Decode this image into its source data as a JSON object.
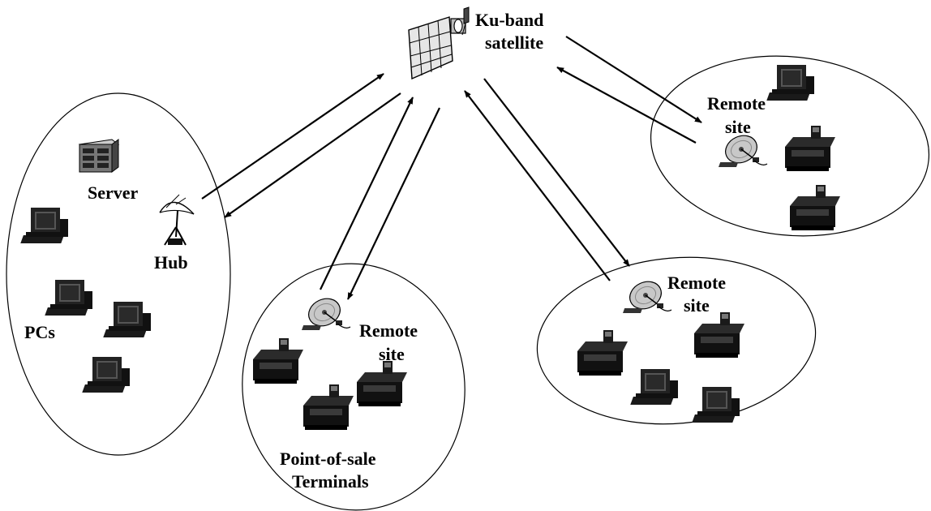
{
  "satellite": {
    "line1": "Ku-band",
    "line2": "satellite"
  },
  "hub_site": {
    "server_label": "Server",
    "hub_label": "Hub",
    "pcs_label": "PCs"
  },
  "pos_site": {
    "remote_line1": "Remote",
    "remote_line2": "site",
    "terminals_line1": "Point-of-sale",
    "terminals_line2": "Terminals"
  },
  "mid_right_site": {
    "remote_line1": "Remote",
    "remote_line2": "site"
  },
  "top_right_site": {
    "remote_line1": "Remote",
    "remote_line2": "site"
  },
  "colors": {
    "ink": "#000000",
    "device_dark": "#1a1a1a",
    "background": "#ffffff"
  },
  "icons": [
    "satellite-icon",
    "server-icon",
    "hub-dish-icon",
    "vsat-dish-icon",
    "pc-icon",
    "pos-terminal-icon"
  ]
}
